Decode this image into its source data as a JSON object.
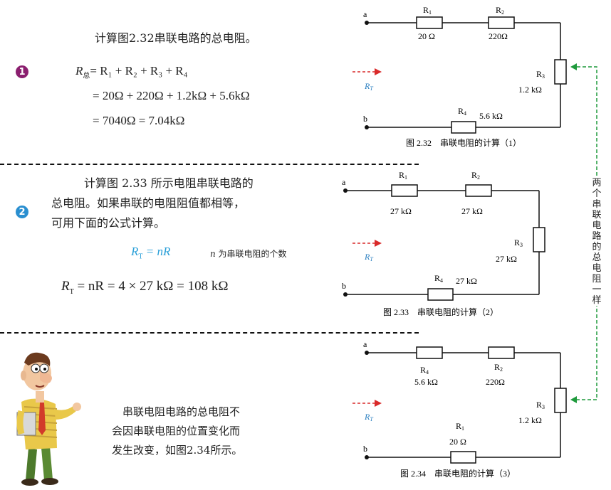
{
  "ex1": {
    "badge": "1",
    "title": "计算图2.32串联电路的总电阻。",
    "line1_lhs": "R",
    "line1_lhs_sub": "总",
    "line1_rhs": "= R₁ + R₂ + R₃ + R₄",
    "line2": "= 20Ω + 220Ω + 1.2kΩ + 5.6kΩ",
    "line3": "= 7040Ω = 7.04kΩ"
  },
  "ex2": {
    "badge": "2",
    "text_l1": "计算图 2.33 所示电阻串联电路的",
    "text_l2": "总电阻。如果串联的电阻阻值都相等，",
    "text_l3": "可用下面的公式计算。",
    "formula_lhs": "R",
    "formula_lhs_sub": "T",
    "formula_rhs": " = nR",
    "formula_note_var": "n",
    "formula_note": " 为串联电阻的个数",
    "result_lhs": "R",
    "result_lhs_sub": "T",
    "result_rhs": " = nR = 4 × 27 kΩ = 108 kΩ"
  },
  "note": {
    "l1": "串联电阻电路的总电阻不",
    "l2": "会因串联电阻的位置变化而",
    "l3": "发生改变，如图2.34所示。"
  },
  "side_label": "两个串联电路的总电阻一样",
  "colors": {
    "badge1": "#8b1f6f",
    "badge2": "#2a8fd0",
    "formula": "#2a9fd8",
    "arrow_red": "#d92a2a",
    "arrow_green": "#1e9a3c",
    "rt_label": "#2a7fc0"
  },
  "circuits": [
    {
      "caption": "图 2.32　串联电阻的计算（1）",
      "node_a": "a",
      "node_b": "b",
      "rt": "R",
      "rt_sub": "T",
      "top1_name": "R",
      "top1_sub": "1",
      "top1_val": "20 Ω",
      "top2_name": "R",
      "top2_sub": "2",
      "top2_val": "220Ω",
      "right_name": "R",
      "right_sub": "3",
      "right_val": "1.2 kΩ",
      "bot_name": "R",
      "bot_sub": "4",
      "bot_val": "5.6 kΩ"
    },
    {
      "caption": "图 2.33　串联电阻的计算（2）",
      "node_a": "a",
      "node_b": "b",
      "rt": "R",
      "rt_sub": "T",
      "top1_name": "R",
      "top1_sub": "1",
      "top1_val": "27 kΩ",
      "top2_name": "R",
      "top2_sub": "2",
      "top2_val": "27 kΩ",
      "right_name": "R",
      "right_sub": "3",
      "right_val": "27 kΩ",
      "bot_name": "R",
      "bot_sub": "4",
      "bot_val": "27 kΩ"
    },
    {
      "caption": "图 2.34　串联电阻的计算（3）",
      "node_a": "a",
      "node_b": "b",
      "rt": "R",
      "rt_sub": "T",
      "top1_name": "R",
      "top1_sub": "4",
      "top1_val": "5.6 kΩ",
      "top2_name": "R",
      "top2_sub": "2",
      "top2_val": "220Ω",
      "right_name": "R",
      "right_sub": "3",
      "right_val": "1.2 kΩ",
      "bot_name": "R",
      "bot_sub": "1",
      "bot_val": "20 Ω"
    }
  ]
}
